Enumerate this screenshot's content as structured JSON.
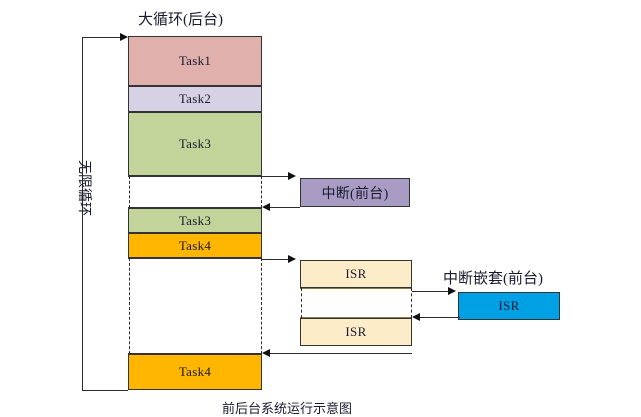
{
  "diagram": {
    "title_main": "大循环(后台)",
    "title_nested": "中断嵌套(前台)",
    "loop_label": "无限循环",
    "caption": "前后台系统运行示意图",
    "colors": {
      "task1": "#dfb0ac",
      "task2": "#d6d1e4",
      "task3": "#c2d49a",
      "task4": "#ffb600",
      "interrupt": "#a99cc4",
      "isr_cream": "#fcecc7",
      "isr_blue": "#00a0e4",
      "line": "#2b2b2b"
    },
    "main_column": [
      {
        "label": "Task1",
        "color_key": "task1"
      },
      {
        "label": "Task2",
        "color_key": "task2"
      },
      {
        "label": "Task3",
        "color_key": "task3"
      },
      {
        "label": "",
        "color_key": "gap"
      },
      {
        "label": "Task3",
        "color_key": "task3"
      },
      {
        "label": "Task4",
        "color_key": "task4"
      },
      {
        "label": "",
        "color_key": "gap"
      },
      {
        "label": "Task4",
        "color_key": "task4"
      }
    ],
    "interrupt_box": {
      "label": "中断(前台)"
    },
    "isr_boxes": [
      {
        "label": "ISR"
      },
      {
        "label": "ISR"
      }
    ],
    "nested_isr_box": {
      "label": "ISR"
    }
  }
}
